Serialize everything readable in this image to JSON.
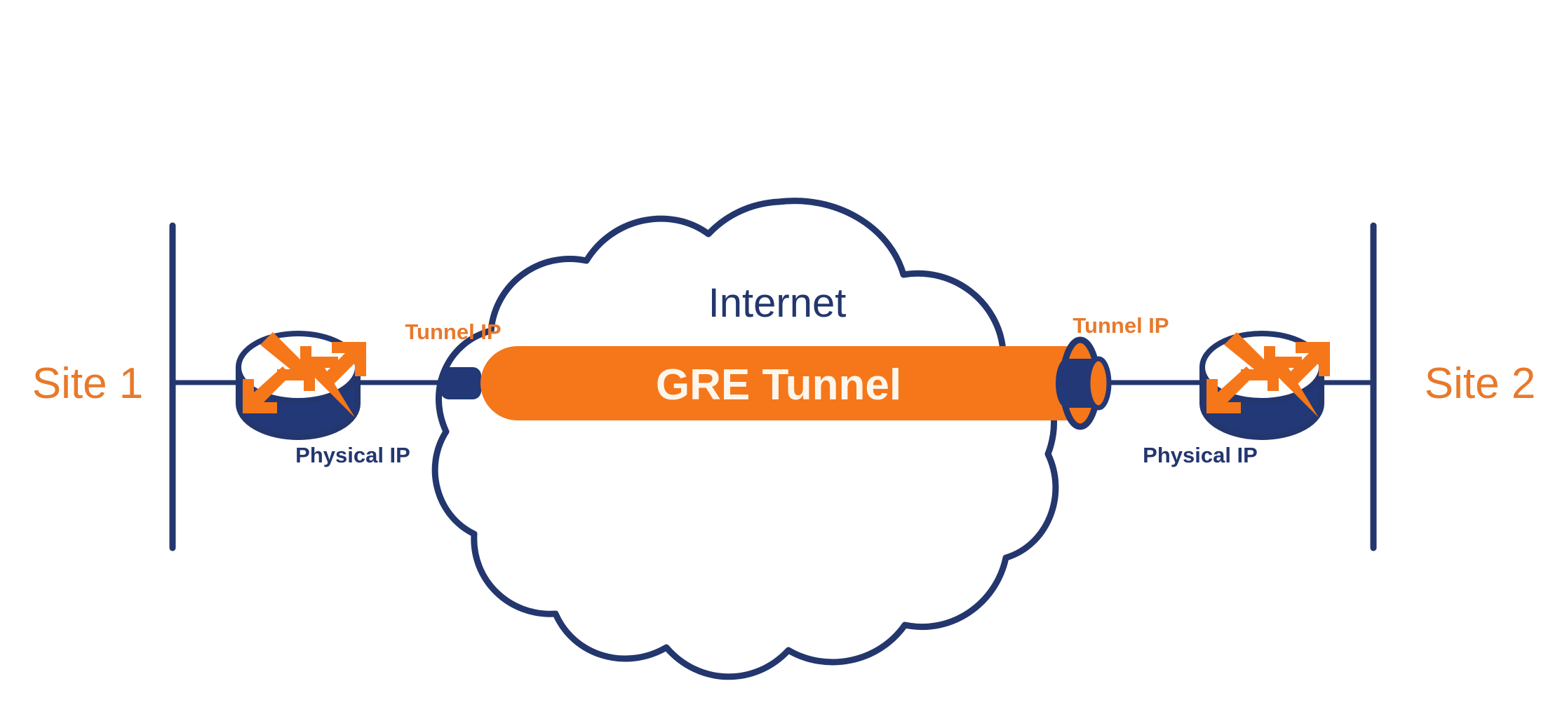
{
  "diagram": {
    "title": "GRE Tunnel between two sites over the Internet",
    "type": "network-topology"
  },
  "colors": {
    "orange": "#F5771A",
    "orange_text": "#E8792B",
    "navy": "#23366E",
    "navy_fill": "#223877",
    "white": "#FFFFFF",
    "gre_text": "#FDF6EC"
  },
  "labels": {
    "site_left": "Site 1",
    "site_right": "Site 2",
    "cloud": "Internet",
    "tunnel": "GRE Tunnel",
    "tunnel_ip_left": "Tunnel IP",
    "tunnel_ip_right": "Tunnel IP",
    "physical_ip_left": "Physical IP",
    "physical_ip_right": "Physical IP"
  },
  "nodes": {
    "left_router": {
      "name": "Router",
      "icon": "router-icon",
      "physical_label": "Physical IP"
    },
    "right_router": {
      "name": "Router",
      "icon": "router-icon",
      "physical_label": "Physical IP"
    },
    "internet_cloud": {
      "name": "Internet",
      "icon": "cloud-icon"
    },
    "gre_tunnel": {
      "name": "GRE Tunnel",
      "icon": "tunnel-icon"
    }
  }
}
